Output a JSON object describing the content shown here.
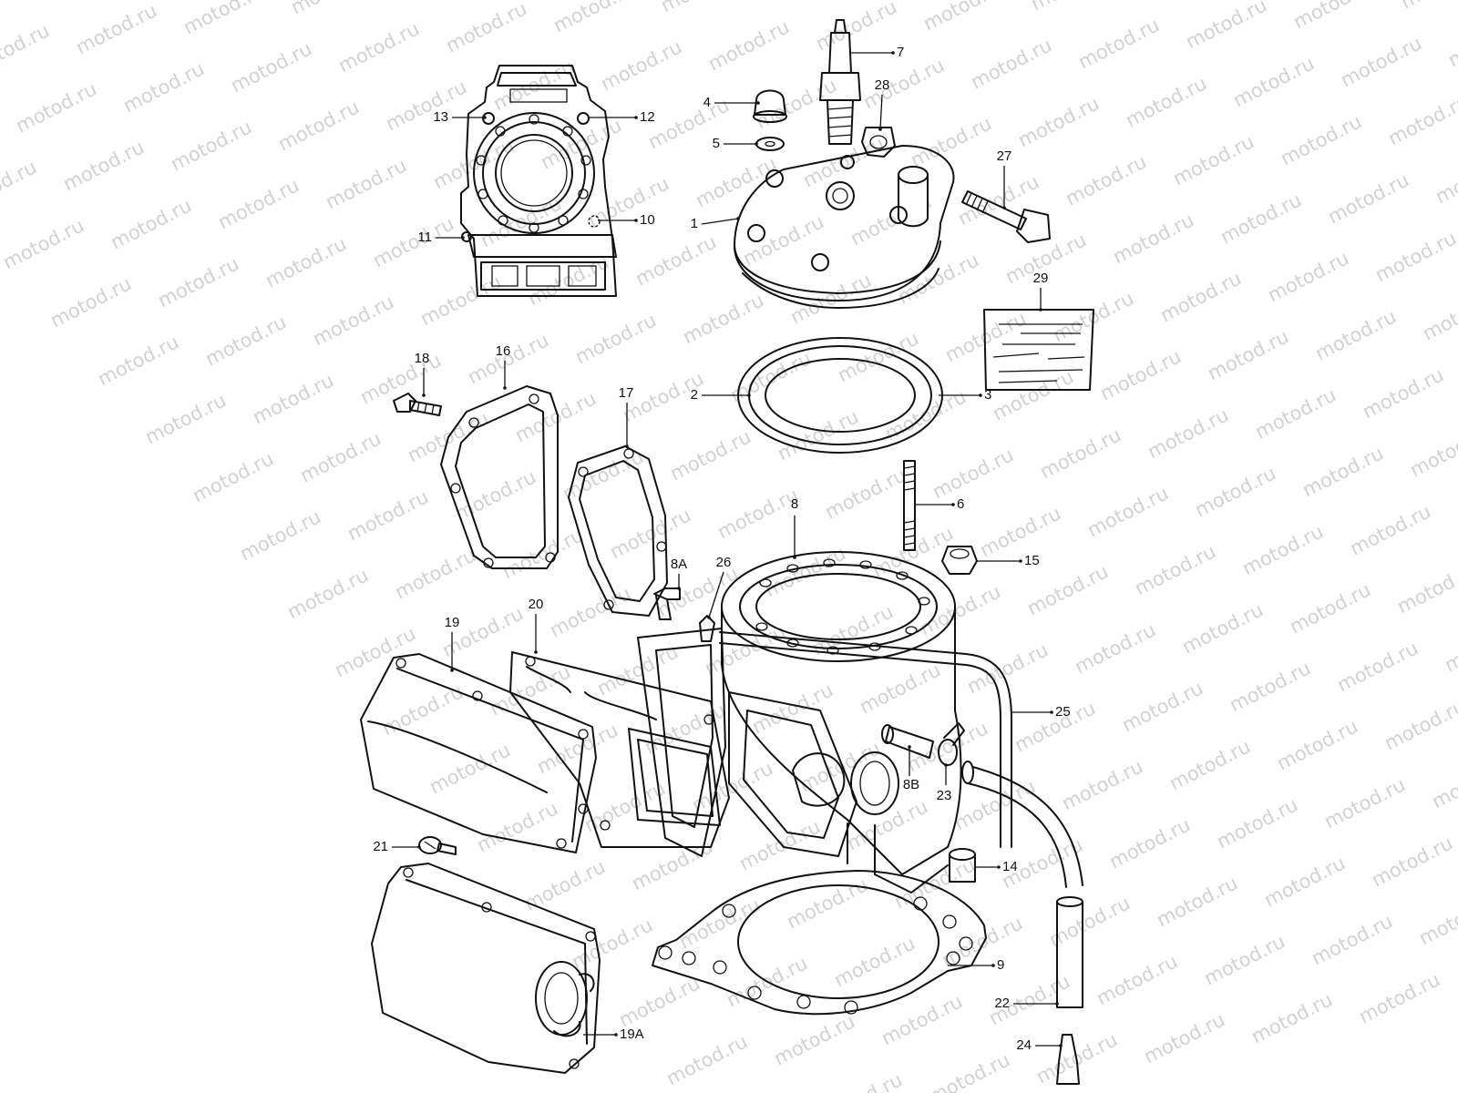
{
  "watermark": "motod.ru",
  "callouts": [
    {
      "id": "c1",
      "label": "1"
    },
    {
      "id": "c2",
      "label": "2"
    },
    {
      "id": "c3",
      "label": "3"
    },
    {
      "id": "c4",
      "label": "4"
    },
    {
      "id": "c5",
      "label": "5"
    },
    {
      "id": "c6",
      "label": "6"
    },
    {
      "id": "c7",
      "label": "7"
    },
    {
      "id": "c8",
      "label": "8"
    },
    {
      "id": "c8a",
      "label": "8A"
    },
    {
      "id": "c8b",
      "label": "8B"
    },
    {
      "id": "c9",
      "label": "9"
    },
    {
      "id": "c10",
      "label": "10"
    },
    {
      "id": "c11",
      "label": "11"
    },
    {
      "id": "c12",
      "label": "12"
    },
    {
      "id": "c13",
      "label": "13"
    },
    {
      "id": "c14",
      "label": "14"
    },
    {
      "id": "c15",
      "label": "15"
    },
    {
      "id": "c16",
      "label": "16"
    },
    {
      "id": "c17",
      "label": "17"
    },
    {
      "id": "c18",
      "label": "18"
    },
    {
      "id": "c19",
      "label": "19"
    },
    {
      "id": "c19a",
      "label": "19A"
    },
    {
      "id": "c20",
      "label": "20"
    },
    {
      "id": "c21",
      "label": "21"
    },
    {
      "id": "c22",
      "label": "22"
    },
    {
      "id": "c23",
      "label": "23"
    },
    {
      "id": "c24",
      "label": "24"
    },
    {
      "id": "c25",
      "label": "25"
    },
    {
      "id": "c26",
      "label": "26"
    },
    {
      "id": "c27",
      "label": "27"
    },
    {
      "id": "c28",
      "label": "28"
    },
    {
      "id": "c29",
      "label": "29"
    }
  ]
}
